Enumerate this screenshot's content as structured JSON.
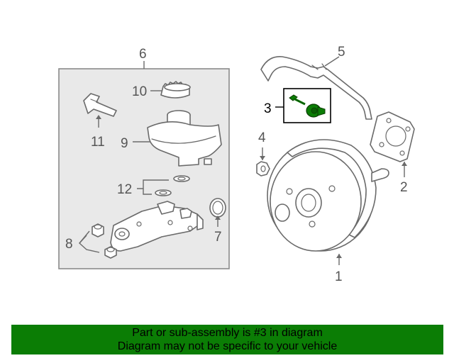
{
  "diagram": {
    "callouts": [
      "1",
      "2",
      "3",
      "4",
      "5",
      "6",
      "7",
      "8",
      "9",
      "10",
      "11",
      "12"
    ],
    "highlighted_part": "3",
    "highlight_color": "#0b7d05"
  },
  "banner": {
    "line1": "Part or sub-assembly is #3 in diagram",
    "line2": "Diagram may not be specific to your vehicle",
    "background": "#0b7d05"
  }
}
